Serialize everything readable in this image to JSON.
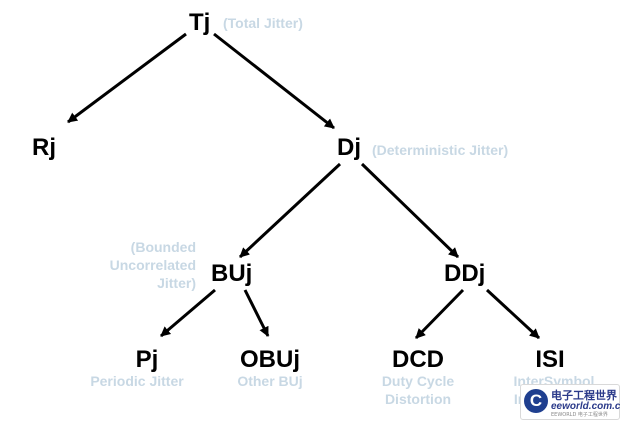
{
  "nodes": {
    "tj": {
      "label": "Tj",
      "desc": "(Total Jitter)"
    },
    "rj": {
      "label": "Rj"
    },
    "dj": {
      "label": "Dj",
      "desc": "(Deterministic Jitter)"
    },
    "buj": {
      "label": "BUj",
      "desc_lines": [
        "(Bounded",
        "Uncorrelated",
        "Jitter)"
      ]
    },
    "ddj": {
      "label": "DDj"
    },
    "pj": {
      "label": "Pj",
      "desc": "Periodic Jitter"
    },
    "obuj": {
      "label": "OBUj",
      "desc": "Other BUj"
    },
    "dcd": {
      "label": "DCD",
      "desc_lines": [
        "Duty Cycle",
        "Distortion"
      ]
    },
    "isi": {
      "label": "ISI",
      "desc_lines": [
        "InterSymbol",
        "Interference"
      ]
    }
  },
  "colors": {
    "node": "#000000",
    "desc": "#c8d8e4",
    "arrow": "#000000"
  },
  "watermark": {
    "logo_letter": "C",
    "name": "电子工程世界",
    "url": "eeworld.com.cn",
    "tagline": "EEWORLD 电子工程世界"
  }
}
